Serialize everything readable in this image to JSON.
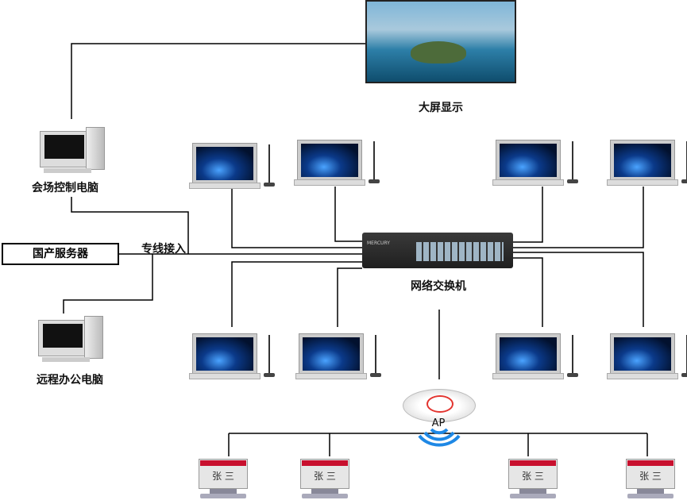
{
  "labels": {
    "big_screen": "大屏显示",
    "control_pc": "会场控制电脑",
    "server": "国产服务器",
    "dedicated_line": "专线接入",
    "remote_pc": "远程办公电脑",
    "switch": "网络交换机",
    "ap": "AP",
    "switch_brand": "MERCURY"
  },
  "terminals": [
    {
      "name": "张 三"
    },
    {
      "name": "张 三"
    },
    {
      "name": "张 三"
    },
    {
      "name": "张 三"
    }
  ],
  "colors": {
    "terminal_bar": "#c8102e",
    "wifi": "#1e88e5",
    "line": "#000000"
  }
}
